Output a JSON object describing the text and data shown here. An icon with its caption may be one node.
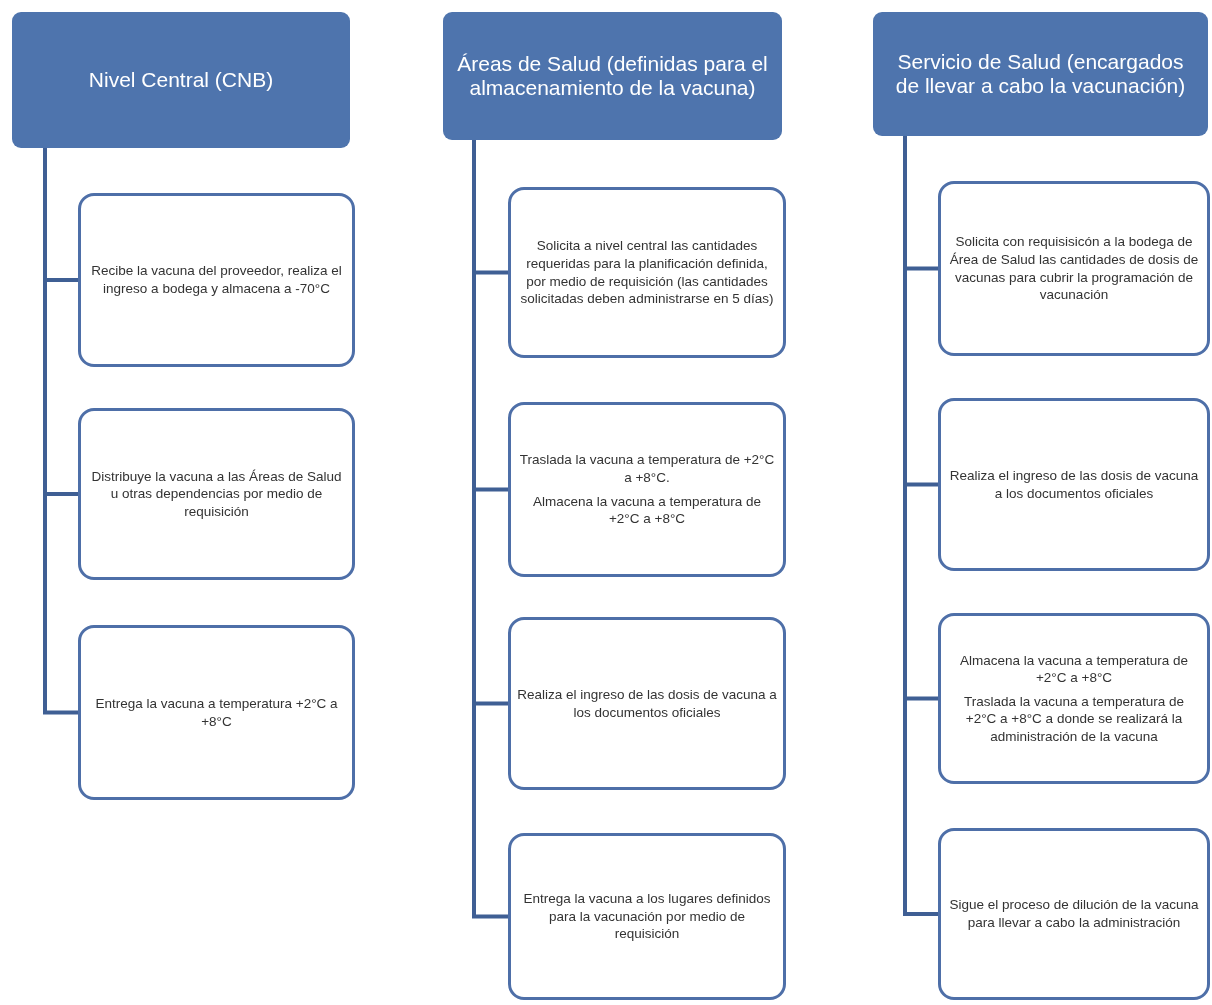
{
  "diagram": {
    "nodes": [
      {
        "text": [
          "Nivel Central (CNB)"
        ]
      },
      {
        "text": [
          "Recibe la vacuna del proveedor, realiza el ingreso a bodega y almacena a -70°C"
        ]
      },
      {
        "text": [
          "Distribuye la vacuna a las Áreas de Salud u otras dependencias por medio de requisición"
        ]
      },
      {
        "text": [
          "Entrega la vacuna a temperatura +2°C a +8°C"
        ]
      },
      {
        "text": [
          "Áreas de Salud (definidas para el almacenamiento de la vacuna)"
        ]
      },
      {
        "text": [
          "Solicita a nivel central las cantidades requeridas para la planificación definida, por medio de requisición  (las cantidades solicitadas deben administrarse en 5 días)"
        ]
      },
      {
        "text": [
          "Traslada la vacuna a temperatura de +2°C a +8°C.",
          "Almacena la vacuna a temperatura de +2°C a +8°C"
        ]
      },
      {
        "text": [
          "Realiza el ingreso de las dosis de vacuna a los documentos oficiales"
        ]
      },
      {
        "text": [
          "Entrega la vacuna a los lugares definidos para la vacunación por medio de requisición"
        ]
      },
      {
        "text": [
          "Servicio de Salud (encargados de llevar a cabo la vacunación)"
        ]
      },
      {
        "text": [
          "Solicita con requisisicón a la bodega de Área de Salud las cantidades de dosis de vacunas para cubrir la programación de vacunación"
        ]
      },
      {
        "text": [
          "Realiza el ingreso de las dosis de vacuna a los documentos oficiales"
        ]
      },
      {
        "text": [
          "Almacena la vacuna a temperatura de +2°C a +8°C",
          "Traslada la vacuna a temperatura de +2°C a +8°C a donde se realizará la administración de la vacuna"
        ]
      },
      {
        "text": [
          "Sigue el proceso de dilución de la vacuna para llevar a cabo la administración"
        ]
      }
    ],
    "edges": [
      {
        "from": 0,
        "to": 1,
        "arrow": "none"
      },
      {
        "from": 0,
        "to": 2,
        "arrow": "none"
      },
      {
        "from": 0,
        "to": 3,
        "arrow": "none"
      },
      {
        "from": 4,
        "to": 5,
        "arrow": "none"
      },
      {
        "from": 4,
        "to": 6,
        "arrow": "none"
      },
      {
        "from": 4,
        "to": 7,
        "arrow": "none"
      },
      {
        "from": 4,
        "to": 8,
        "arrow": "none"
      },
      {
        "from": 9,
        "to": 10,
        "arrow": "none"
      },
      {
        "from": 9,
        "to": 11,
        "arrow": "none"
      },
      {
        "from": 9,
        "to": 12,
        "arrow": "none"
      },
      {
        "from": 9,
        "to": 13,
        "arrow": "none"
      }
    ]
  }
}
